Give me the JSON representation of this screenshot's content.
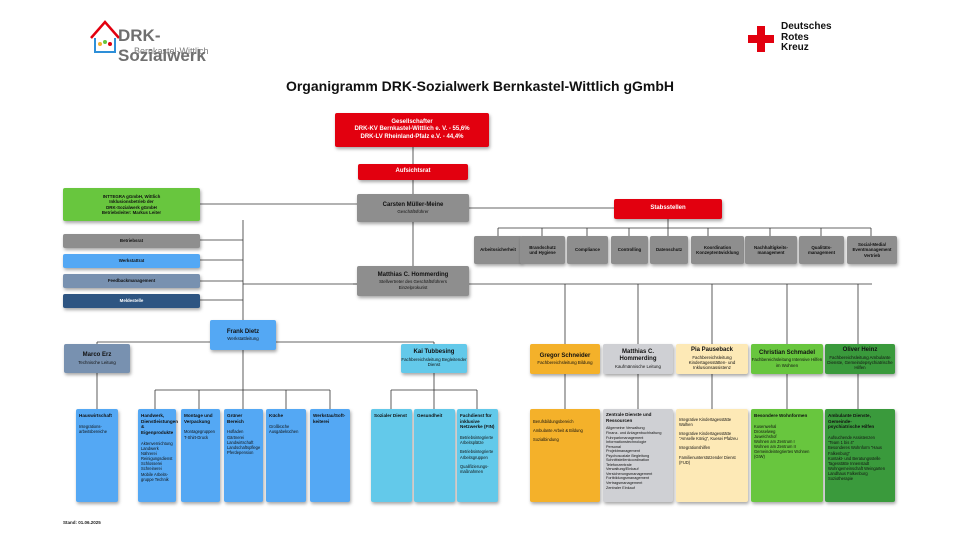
{
  "header": {
    "logo_name": "DRK-Sozialwerk",
    "logo_sub": "Bernkastel-Wittlich",
    "brand_line1": "Deutsches",
    "brand_line2": "Rotes",
    "brand_line3": "Kreuz",
    "title": "Organigramm DRK-Sozialwerk Bernkastel-Wittlich gGmbH"
  },
  "top": {
    "shareholders": "Gesellschafter\nDRK-KV Bernkastel-Wittlich e. V. - 55,6%\nDRK-LV Rheinland-Pfalz e.V. - 44,4%",
    "board": "Aufsichtsrat",
    "ceo_name": "Carsten Müller-Meine",
    "ceo_role": "Geschäftsführer",
    "deputy_name": "Matthias C. Hommerding",
    "deputy_role": "Stellvertreter des Geschäftsführers\nEinzelprokurist"
  },
  "side": {
    "integra": "INTTEGRA gGmbH, Wittlich\nInklusionsbetrieb der\nDRK-Sozialwerk gGmbH\nBetriebsleiter: Markus Leiter",
    "items": [
      "Betriebsrat",
      "Werkstattrat",
      "Feedbackmanagement",
      "Meldestelle"
    ]
  },
  "staff": {
    "title": "Stabsstellen",
    "items": [
      "Arbeitssicherheit",
      "Brandschutz\nund Hygiene",
      "Compliance",
      "Controlling",
      "Datenschutz",
      "Koordination\nKonzeptentwicklung",
      "Nachhaltigkeits-\nmanagement",
      "Qualitäts-\nmanagement",
      "Social-Media/\nEventmanagement\nVertrieb"
    ]
  },
  "workshop": {
    "head_name": "Frank Dietz",
    "head_role": "Werkstattleitung",
    "tech_name": "Marco Erz",
    "tech_role": "Technische Leitung",
    "social_name": "Kai Tubbesing",
    "social_role": "Fachbereichsleitung Begleitender Dienst"
  },
  "departments": [
    {
      "name": "Gregor Schneider",
      "role": "Fachbereichsleitung Bildung"
    },
    {
      "name": "Matthias C. Hommerding",
      "role": "Kaufmännische Leitung"
    },
    {
      "name": "Pia Pauseback",
      "role": "Fachbereichsleitung\nKindertagesstätten- und\nInklusionsassistenz"
    },
    {
      "name": "Christian Schmadel",
      "role": "Fachbereichsleitung Intensive Hilfen\nim Wohnen"
    },
    {
      "name": "Oliver Heinz",
      "role": "Fachbereichsleitung Ambulante\nDienste, Gemeindepsychiatrische\nHilfen"
    }
  ],
  "columns": [
    {
      "title": "Hauswirtschaft",
      "items": [
        "Integrations-\narbeitsbereiche"
      ]
    },
    {
      "title": "Handwerk,\nDienstleistungen\n& Eigenprodukte",
      "items": [
        "Aktenvernichtung\nLandwerk\nNährerei\nReinigungsdienst\nSchlosserei\nSchreinerei\nMobile Arbeits-\ngruppe Technik"
      ]
    },
    {
      "title": "Montage und\nVerpackung",
      "items": [
        "Montagegruppen\nT-Shirt-Druck"
      ]
    },
    {
      "title": "Grüner Bereich",
      "items": [
        "Hofladen\nGärtnerei\nLandwirtschaft\nLandschaftspflege\nPferdepension"
      ]
    },
    {
      "title": "Küche",
      "items": [
        "Großküche\nAusgabeküchen"
      ]
    },
    {
      "title": "Werkstau/Soft-\nkeiterei",
      "items": []
    },
    {
      "title": "Sozialer Dienst",
      "items": []
    },
    {
      "title": "Gesundheit",
      "items": []
    },
    {
      "title": "Fachdienst für\ninklusive\nNetzwerke (FIN)",
      "items": [
        "Betriebsintegrierte\nArbeitsplätze",
        "Betriebsintegrierte\nArbeitsgruppen",
        "Qualifizierungs-\nmaßnahmen"
      ]
    },
    {
      "title": "",
      "items": [
        "Berufsbildungsbereich",
        "Ambulante Arbeit & Bildung",
        "Sozialbindung"
      ]
    },
    {
      "title": "Zentrale Dienste und\nRessourcen",
      "items": [
        "Allgemeine Verwaltung\nFinanz- und Anlagenbuchhaltung\nFuhrparkmanagement\nInformationstechnologie\nPersonal\nProjektmanagement\nPsychosoziale Begleitung\nSchnittstellenkoordination\nTelefonzentrale\nVerwaltung/Einkauf\nVersicherungsmanagement\nFortbildungsmanagement\nVertragsmanagement\nZentraler Einkauf"
      ]
    },
    {
      "title": "",
      "items": [
        "Integrative Kindertagesstätte\nWalhen",
        "Integrative Kindertagesstätte\n\"Amselle König\", Kuesei Pfalzeu",
        "Integrationshilfen",
        "Familienunterstützender Dienst\n(FUD)"
      ]
    },
    {
      "title": "Besondere Wohnformen",
      "items": [
        "Kusenwehal\nDrosselweg\nJuwelchshof\nWohnen am Zentrum I\nWohnen am Zentrum II\nGemeindeintegriertes Wohnen\n(GIW)"
      ]
    },
    {
      "title": "Ambulante Dienste, Gemeinde-\npsychiatrische Hilfen",
      "items": [
        "Aufsuchende Assistenzen\n\"Team 1 bis 4\"\nBesonderes Wohnform \"Haus\nFalkenburg\"\nKontakt- und Beratungsstelle\nTagesstätte Innenstadt\nWohngemeinschaft Weingarten\nLandhaus Falkenburg\nSoziotherapie"
      ]
    }
  ],
  "footer": {
    "stand": "Stand: 01.06.2025"
  }
}
